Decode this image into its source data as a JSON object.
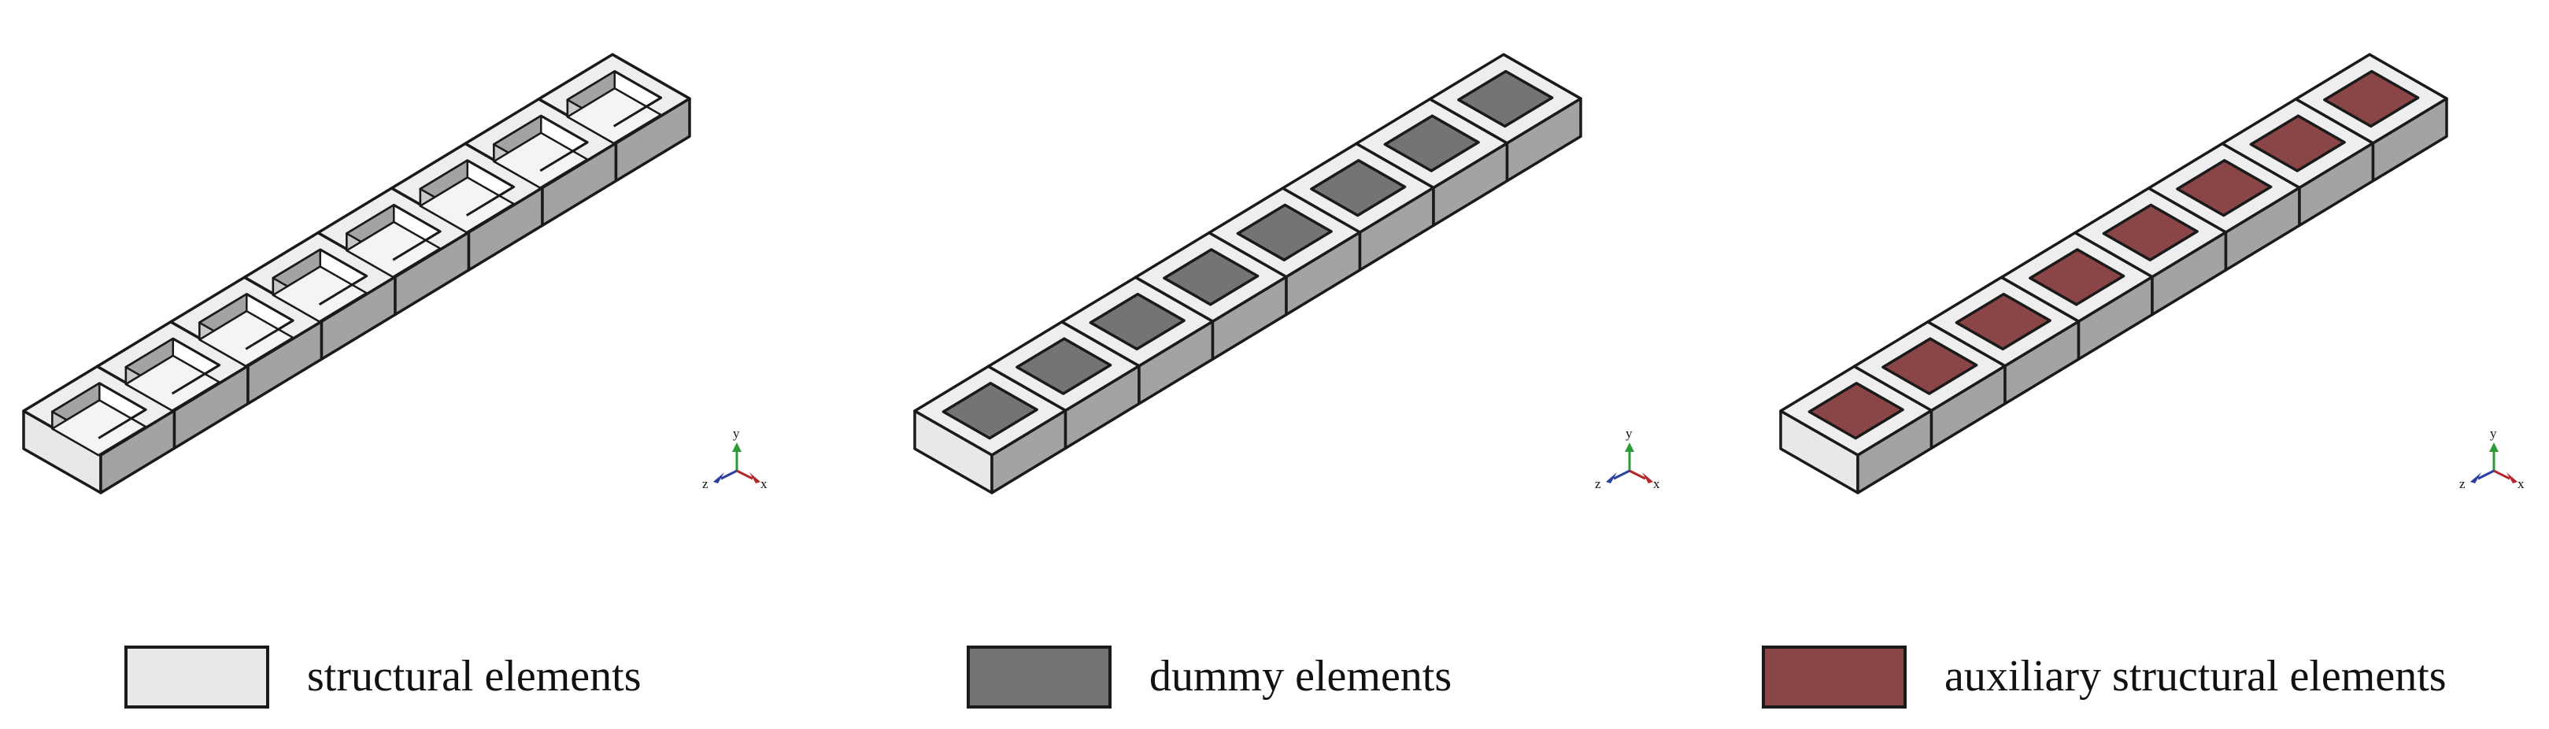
{
  "diagram": {
    "units_per_beam": 8,
    "panels": [
      {
        "id": "structural",
        "inner_style": "cutout"
      },
      {
        "id": "dummy",
        "inner_style": "filled",
        "fill_key": "dummy"
      },
      {
        "id": "auxiliary",
        "inner_style": "filled",
        "fill_key": "auxiliary"
      }
    ],
    "colors": {
      "top_face": "#eeeeef",
      "front_face": "#e8e8e9",
      "side_face": "#a3a3a5",
      "edge": "#1a1a1a",
      "dummy": "#747476",
      "auxiliary": "#8a4547",
      "axis_x": "#b3262a",
      "axis_y": "#2f9a3a",
      "axis_z": "#2a3f9e"
    },
    "axis_labels": {
      "x": "x",
      "y": "y",
      "z": "z"
    }
  },
  "legend": [
    {
      "label": "structural elements",
      "color": "#e8e8e9"
    },
    {
      "label": "dummy elements",
      "color": "#747476"
    },
    {
      "label": "auxiliary structural elements",
      "color": "#8a4547"
    }
  ]
}
